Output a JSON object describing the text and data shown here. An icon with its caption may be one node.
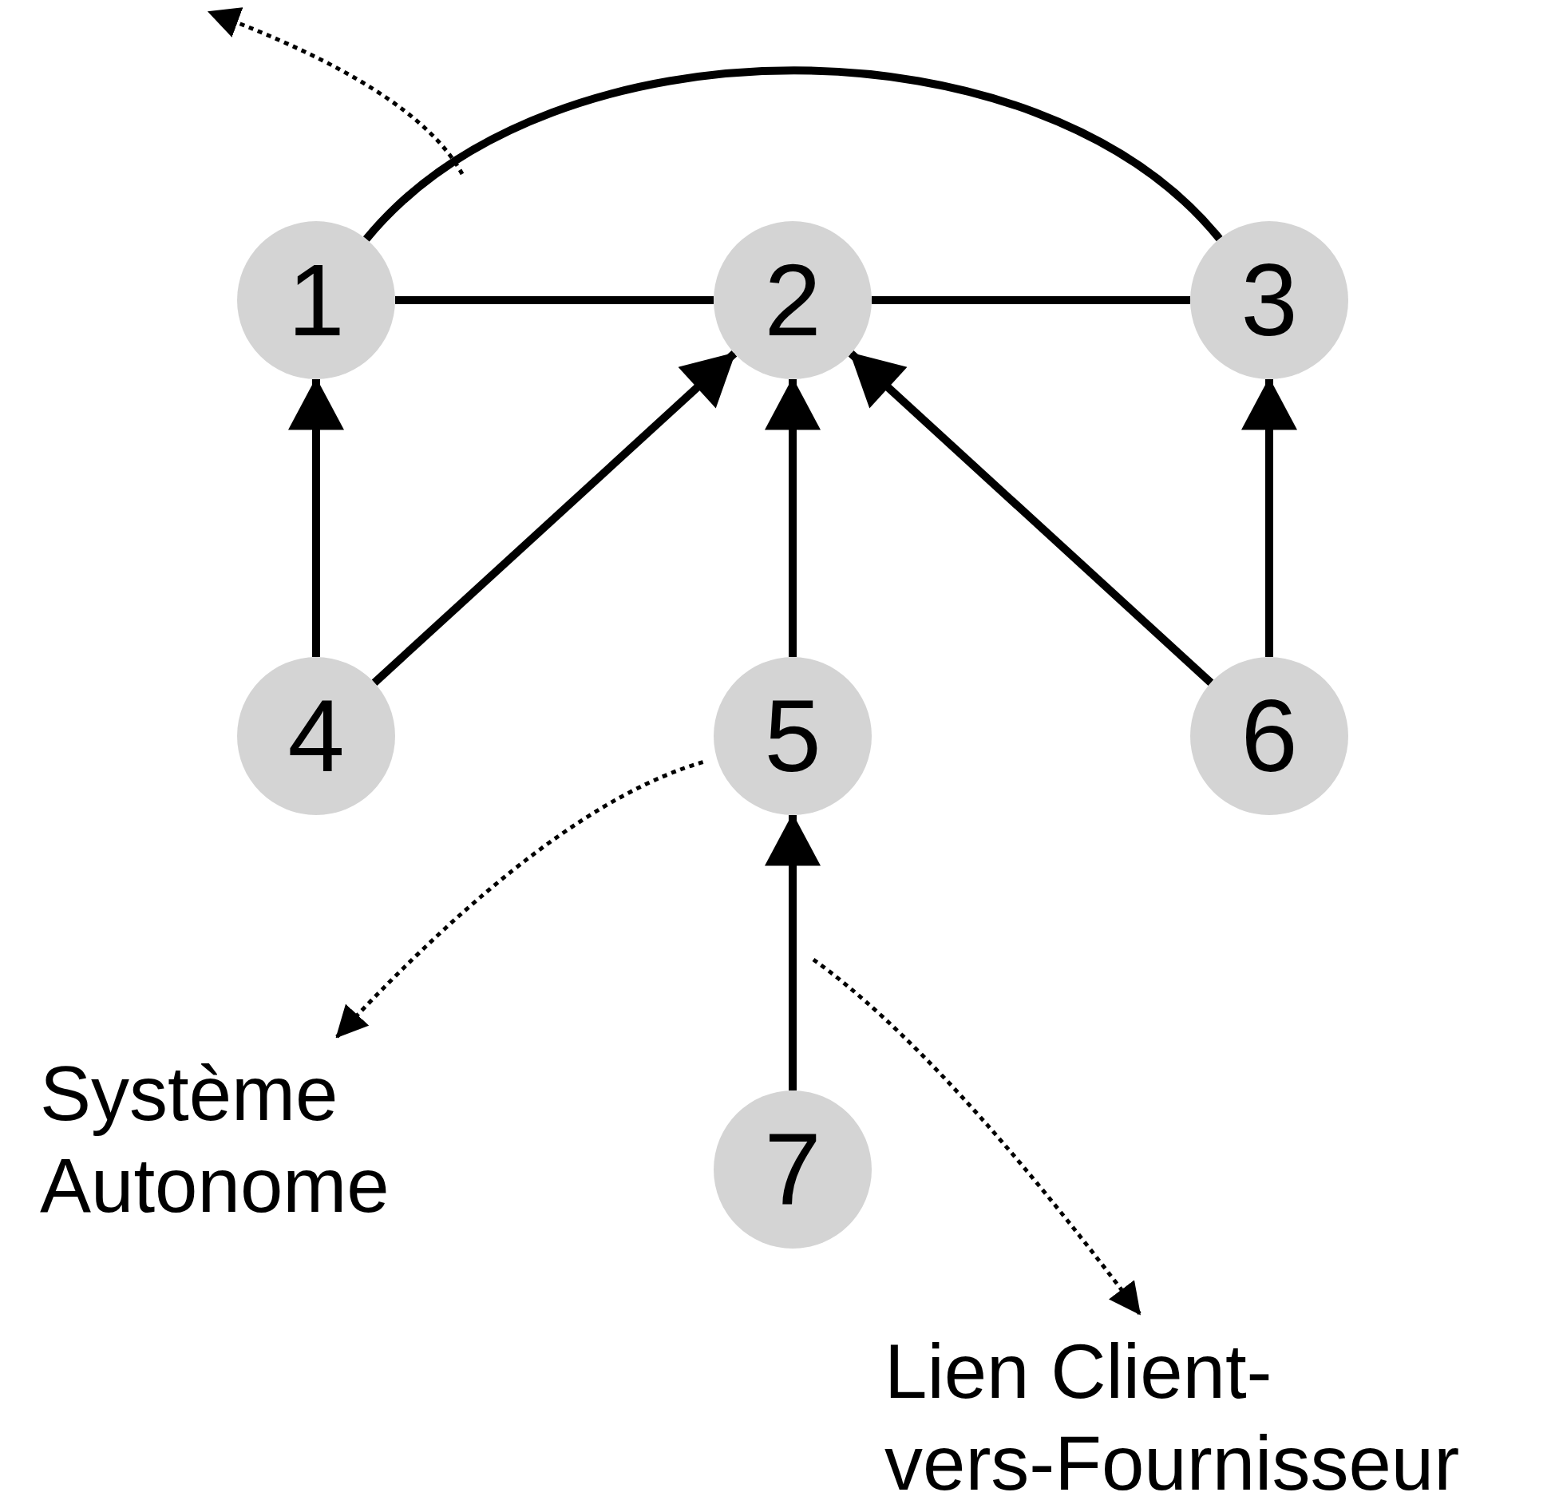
{
  "diagram": {
    "nodes": [
      {
        "text": [
          "1"
        ]
      },
      {
        "text": [
          "2"
        ]
      },
      {
        "text": [
          "3"
        ]
      },
      {
        "text": [
          "4"
        ]
      },
      {
        "text": [
          "5"
        ]
      },
      {
        "text": [
          "6"
        ]
      },
      {
        "text": [
          "7"
        ]
      },
      {
        "text": [
          "Système Autonome"
        ]
      },
      {
        "text": [
          "Lien Client- vers-Fournisseur"
        ]
      }
    ],
    "edges": [
      {
        "from": 0,
        "to": 1,
        "arrow": "none"
      },
      {
        "from": 1,
        "to": 2,
        "arrow": "none"
      },
      {
        "from": 0,
        "to": 2,
        "arrow": "none"
      },
      {
        "from": 3,
        "to": 0,
        "arrow": "to"
      },
      {
        "from": 3,
        "to": 1,
        "arrow": "to"
      },
      {
        "from": 4,
        "to": 1,
        "arrow": "to"
      },
      {
        "from": 5,
        "to": 1,
        "arrow": "to"
      },
      {
        "from": 5,
        "to": 2,
        "arrow": "to"
      },
      {
        "from": 6,
        "to": 4,
        "arrow": "to"
      },
      {
        "from": 4,
        "to": 7,
        "arrow": "to",
        "style": "dashed"
      },
      {
        "from": null,
        "to": 8,
        "arrow": "to",
        "style": "dashed"
      }
    ]
  }
}
